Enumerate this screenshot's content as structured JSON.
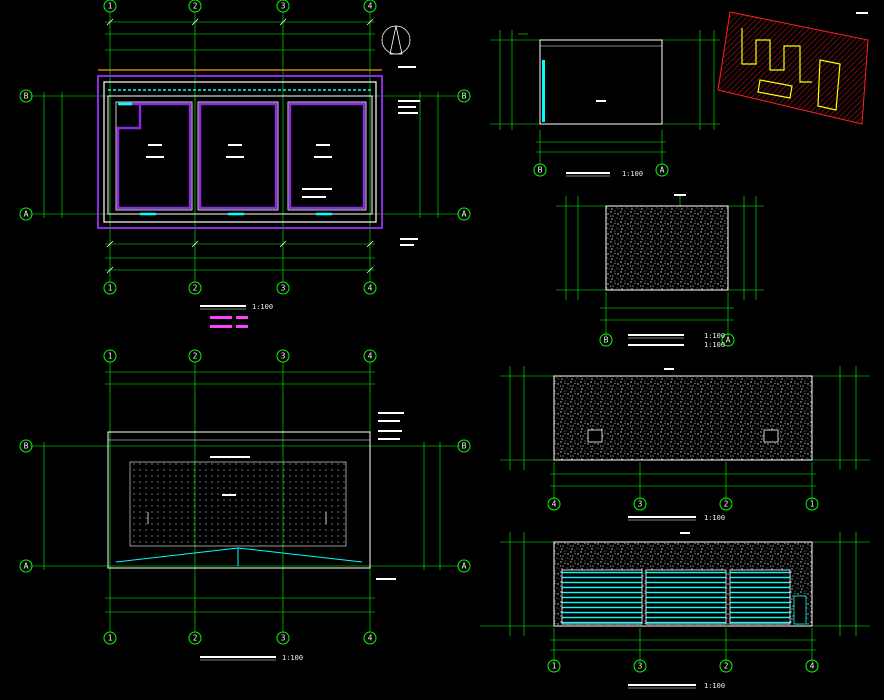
{
  "drawings": {
    "plan_ground": {
      "scale": "1:100"
    },
    "plan_roof": {
      "scale": "1:100"
    },
    "elev_side": {
      "scale": "1:100"
    },
    "elev_b_a": {
      "scale": "1:100"
    },
    "elev_4_1": {
      "scale": "1:100"
    },
    "elev_1_4": {
      "scale": "1:100"
    }
  },
  "grid_labels": {
    "cols": [
      "1",
      "2",
      "3",
      "4"
    ],
    "rows": [
      "B",
      "A"
    ],
    "side_cols": [
      "B",
      "A"
    ],
    "elev_cols_41": [
      "4",
      "3",
      "2",
      "1"
    ],
    "elev_cols_14": [
      "1",
      "3",
      "2",
      "4"
    ]
  },
  "colors": {
    "grid": "#00ff00",
    "wall": "#ffffff",
    "room": "#8a2be2",
    "aqua": "#00ffff",
    "orange": "#ff9900",
    "red": "#ff2020",
    "yellow": "#ffff00",
    "magenta": "#ff40ff"
  }
}
